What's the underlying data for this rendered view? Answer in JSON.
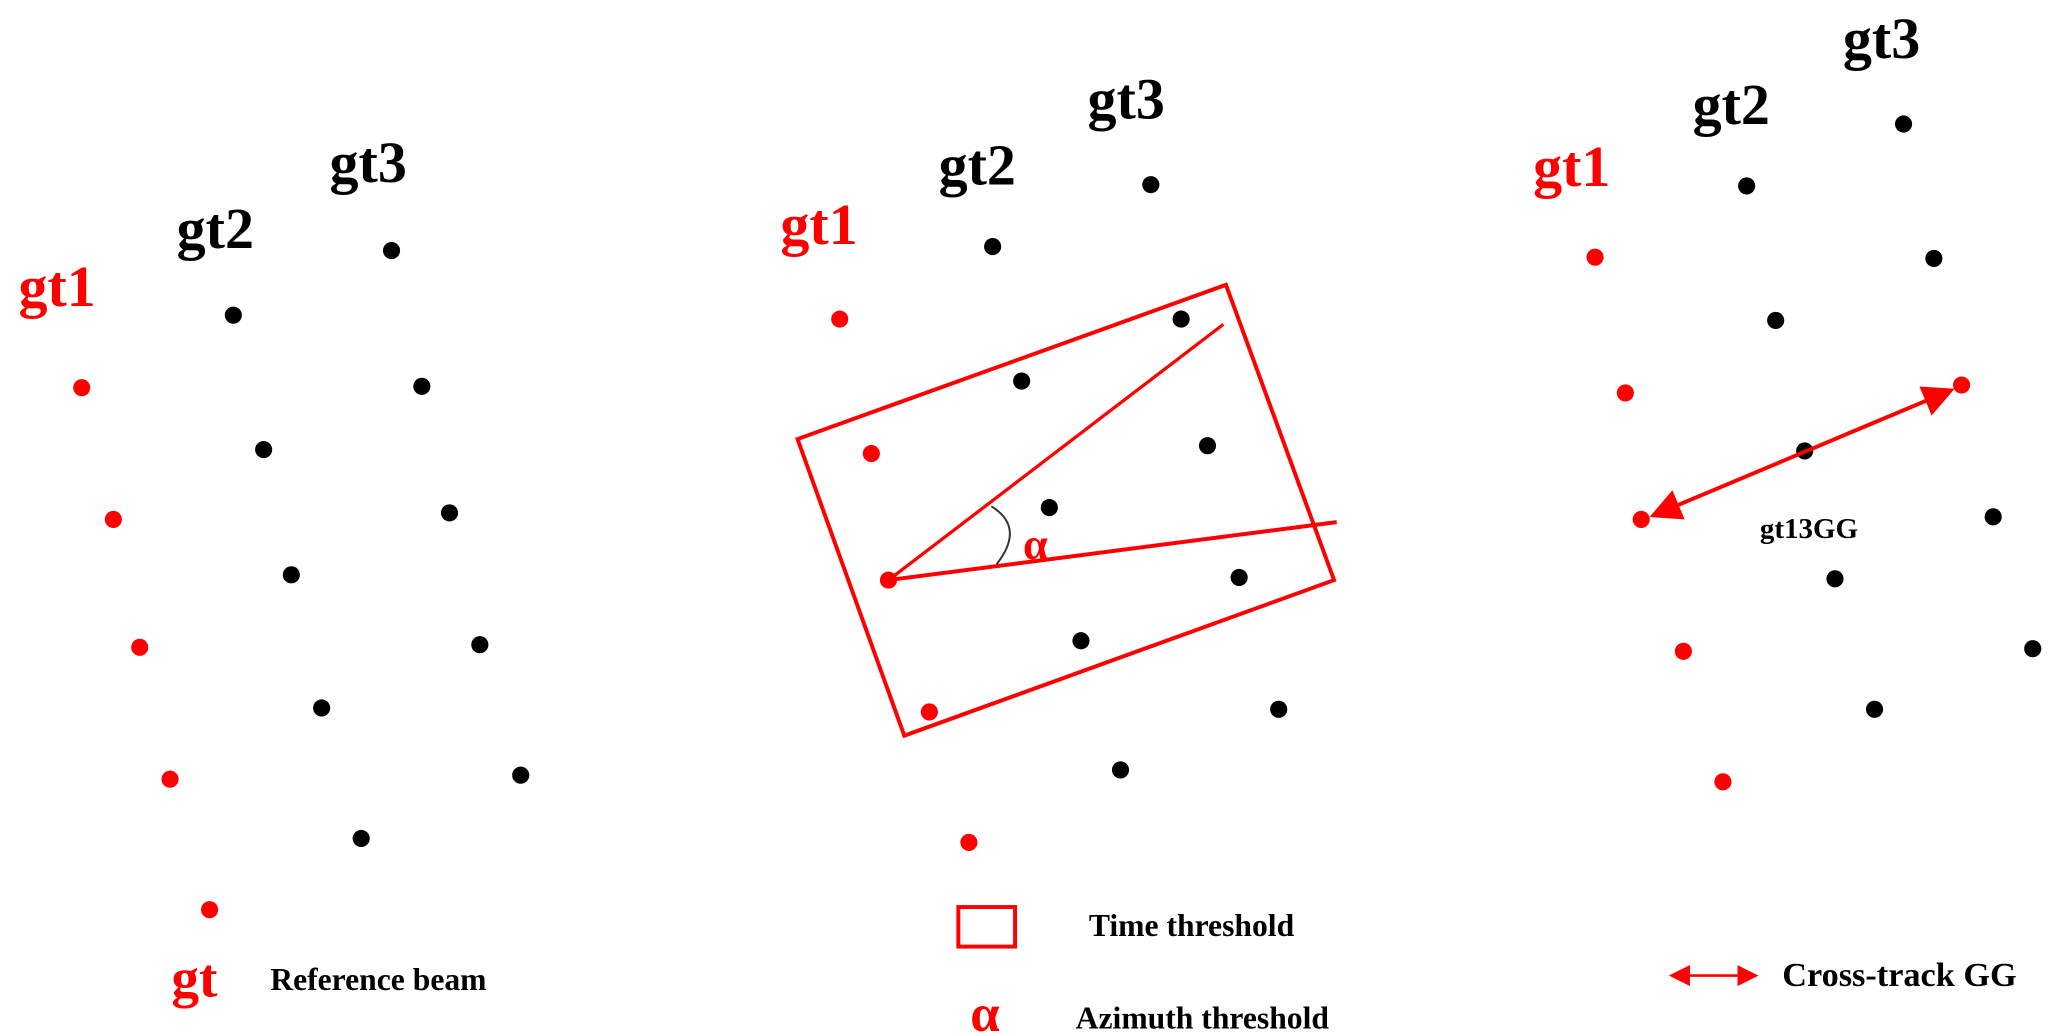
{
  "colors": {
    "reference": "#ff0000",
    "beam": "#000000"
  },
  "panels": [
    {
      "labels": {
        "gt1": "gt1",
        "gt2": "gt2",
        "gt3": "gt3"
      }
    },
    {
      "labels": {
        "gt1": "gt1",
        "gt2": "gt2",
        "gt3": "gt3"
      },
      "angle_symbol": "α"
    },
    {
      "labels": {
        "gt1": "gt1",
        "gt2": "gt2",
        "gt3": "gt3"
      },
      "pair_label": "gt13GG"
    }
  ],
  "legend": {
    "reference_symbol": "gt",
    "reference_label": "Reference beam",
    "time_label": "Time threshold",
    "azimuth_symbol": "α",
    "azimuth_label": "Azimuth threshold",
    "crosstrack_label": "Cross-track GG"
  }
}
